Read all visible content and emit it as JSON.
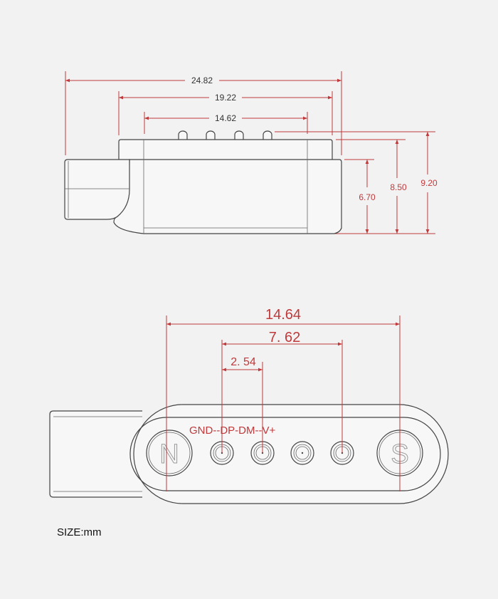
{
  "side_view": {
    "dimensions": {
      "overall_length": "24.82",
      "top_block_length": "19.22",
      "pin_span": "14.62",
      "body_height": "6.70",
      "block_height": "8.50",
      "pin_height": "9.20"
    }
  },
  "top_view": {
    "dimensions": {
      "magnet_span": "14.64",
      "pin_span": "7. 62",
      "pin_pitch": "2. 54"
    },
    "pin_label": "GND--DP-DM--V+",
    "magnet_left": "N",
    "magnet_right": "S"
  },
  "units_note": "SIZE:mm",
  "colors": {
    "dimension": "#c0393b",
    "outline": "#444444",
    "background": "#f2f2f2"
  }
}
